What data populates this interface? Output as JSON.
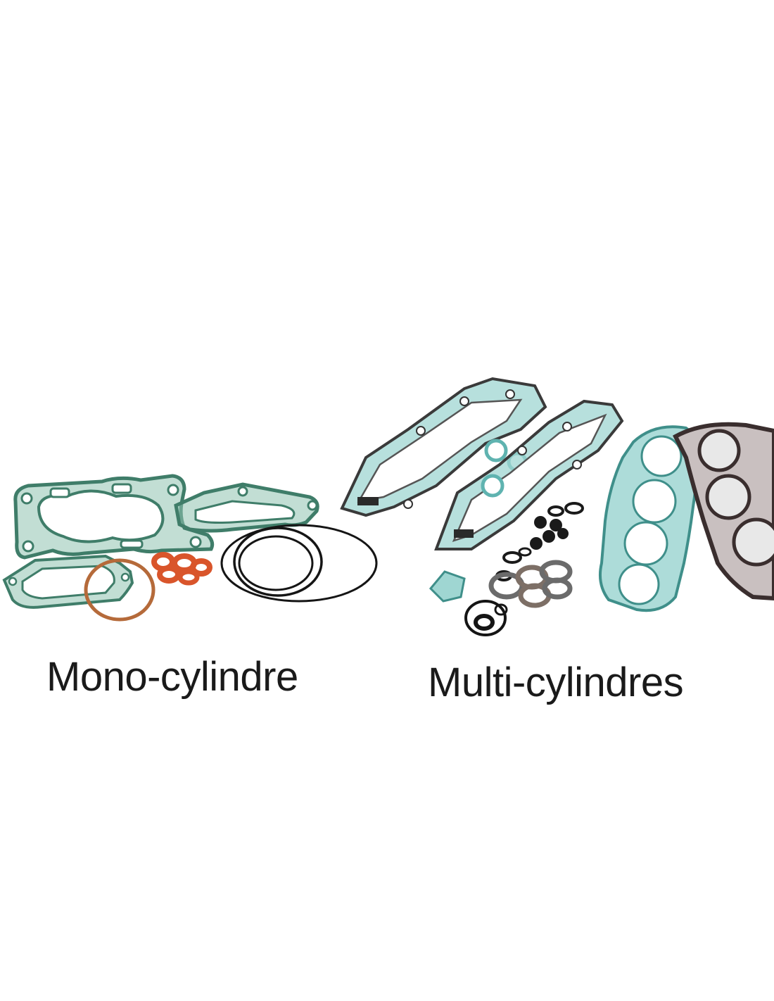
{
  "captions": {
    "mono": "Mono-cylindre",
    "multi": "Multi-cylindres"
  },
  "colors": {
    "background": "#ffffff",
    "gasket_green": "#4f8f7b",
    "gasket_green_fill": "#8fc2b0",
    "gasket_teal": "#5fb3b0",
    "gasket_teal_fill": "#9fd6d2",
    "copper": "#b56a3a",
    "orange_washer": "#d9552b",
    "black_ring": "#151515",
    "metal_gray": "#6b6b6b",
    "head_dark": "#3a2e2e"
  },
  "icons": {
    "mono_kit": "single-cylinder-gasket-kit-image",
    "multi_kit": "multi-cylinder-gasket-kit-image"
  }
}
